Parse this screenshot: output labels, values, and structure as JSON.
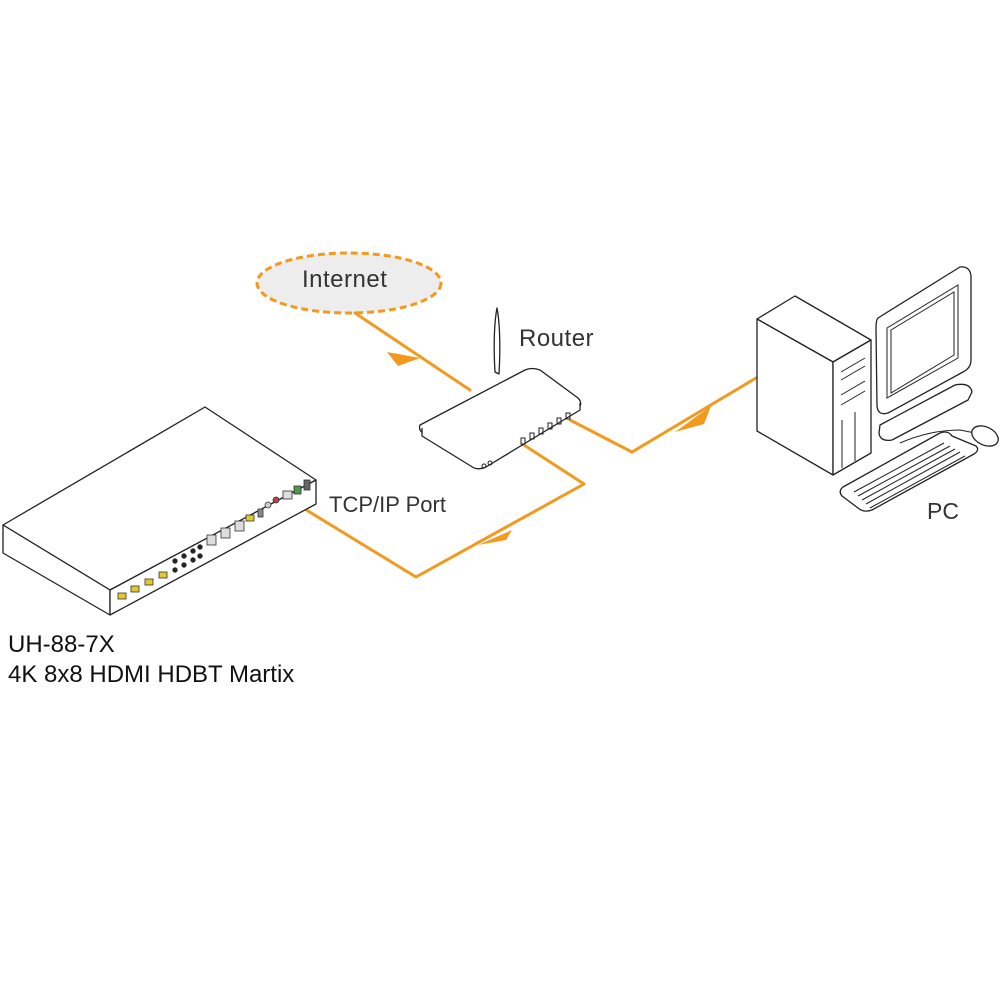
{
  "colors": {
    "cable": "#F39A1E",
    "outline": "#222222",
    "cloud_fill": "#EDEDED",
    "device_fill": "#FFFFFF"
  },
  "nodes": {
    "internet": {
      "label": "Internet",
      "shape": "dashed-ellipse"
    },
    "router": {
      "label": "Router",
      "icon": "router-icon"
    },
    "pc": {
      "label": "PC",
      "icon": "desktop-computer-icon"
    },
    "matrix": {
      "model": "UH-88-7X",
      "description": "4K 8x8 HDMI HDBT Martix",
      "icon": "hdmi-matrix-switcher-icon"
    }
  },
  "port_labels": {
    "tcp_ip": "TCP/IP Port"
  },
  "connections": [
    {
      "from": "internet",
      "to": "router",
      "arrow": "toward-router"
    },
    {
      "from": "pc",
      "to": "router",
      "arrow": "toward-router"
    },
    {
      "from": "router",
      "to": "matrix",
      "arrow": "toward-matrix",
      "via": "TCP/IP Port"
    }
  ]
}
